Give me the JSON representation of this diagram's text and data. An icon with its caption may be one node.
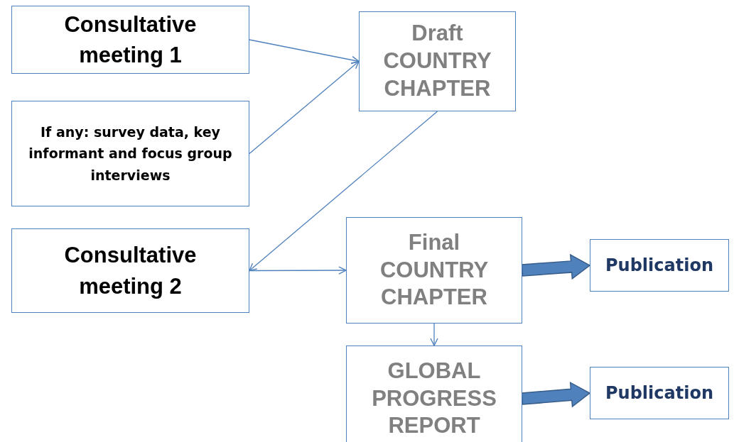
{
  "diagram": {
    "nodes": [
      {
        "text": [
          "Consultative meeting 1"
        ]
      },
      {
        "text": [
          "If any: survey data, key informant and focus group  interviews"
        ]
      },
      {
        "text": [
          "Consultative meeting 2"
        ]
      },
      {
        "text": [
          "Draft COUNTRY CHAPTER"
        ]
      },
      {
        "text": [
          "Final COUNTRY CHAPTER"
        ]
      },
      {
        "text": [
          "GLOBAL PROGRESS REPORT"
        ]
      },
      {
        "text": [
          "Publication"
        ]
      },
      {
        "text": [
          "Publication"
        ]
      }
    ],
    "edges": [
      {
        "from": 0,
        "to": 3,
        "arrow": "to"
      },
      {
        "from": 1,
        "to": 3,
        "arrow": "to"
      },
      {
        "from": 3,
        "to": 2,
        "arrow": "to"
      },
      {
        "from": 2,
        "to": 4,
        "arrow": "to"
      },
      {
        "from": 4,
        "to": 5,
        "arrow": "to"
      },
      {
        "from": 4,
        "to": 6,
        "arrow": "to",
        "style": "thick"
      },
      {
        "from": 5,
        "to": 7,
        "arrow": "to",
        "style": "thick"
      }
    ]
  }
}
